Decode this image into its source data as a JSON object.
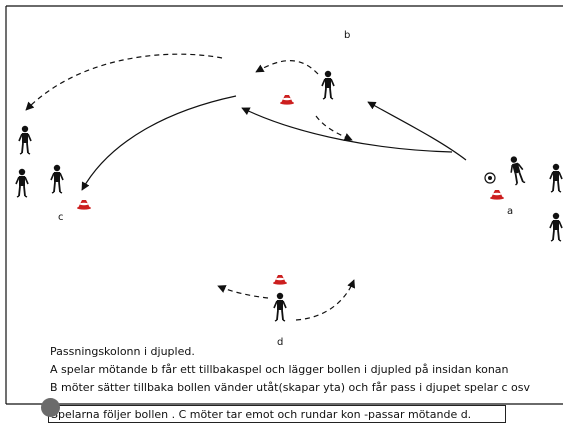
{
  "labels": {
    "a": "a",
    "b": "b",
    "c": "c",
    "d": "d"
  },
  "text": {
    "line1": "Passningskolonn i djupled.",
    "line2": "A spelar mötande b får ett tillbakaspel och lägger  bollen i djupled på insidan konan",
    "line3": " B möter sätter tillbaka bollen vänder utåt(skapar yta) och får pass i djupet spelar c  osv",
    "line4": "Spelarna följer bollen . C möter tar emot och rundar kon -passar mötande d."
  },
  "colors": {
    "cone": "#cc1f1f",
    "cone_ring": "#ffffff",
    "line": "#111111",
    "field_border": "#111111"
  }
}
